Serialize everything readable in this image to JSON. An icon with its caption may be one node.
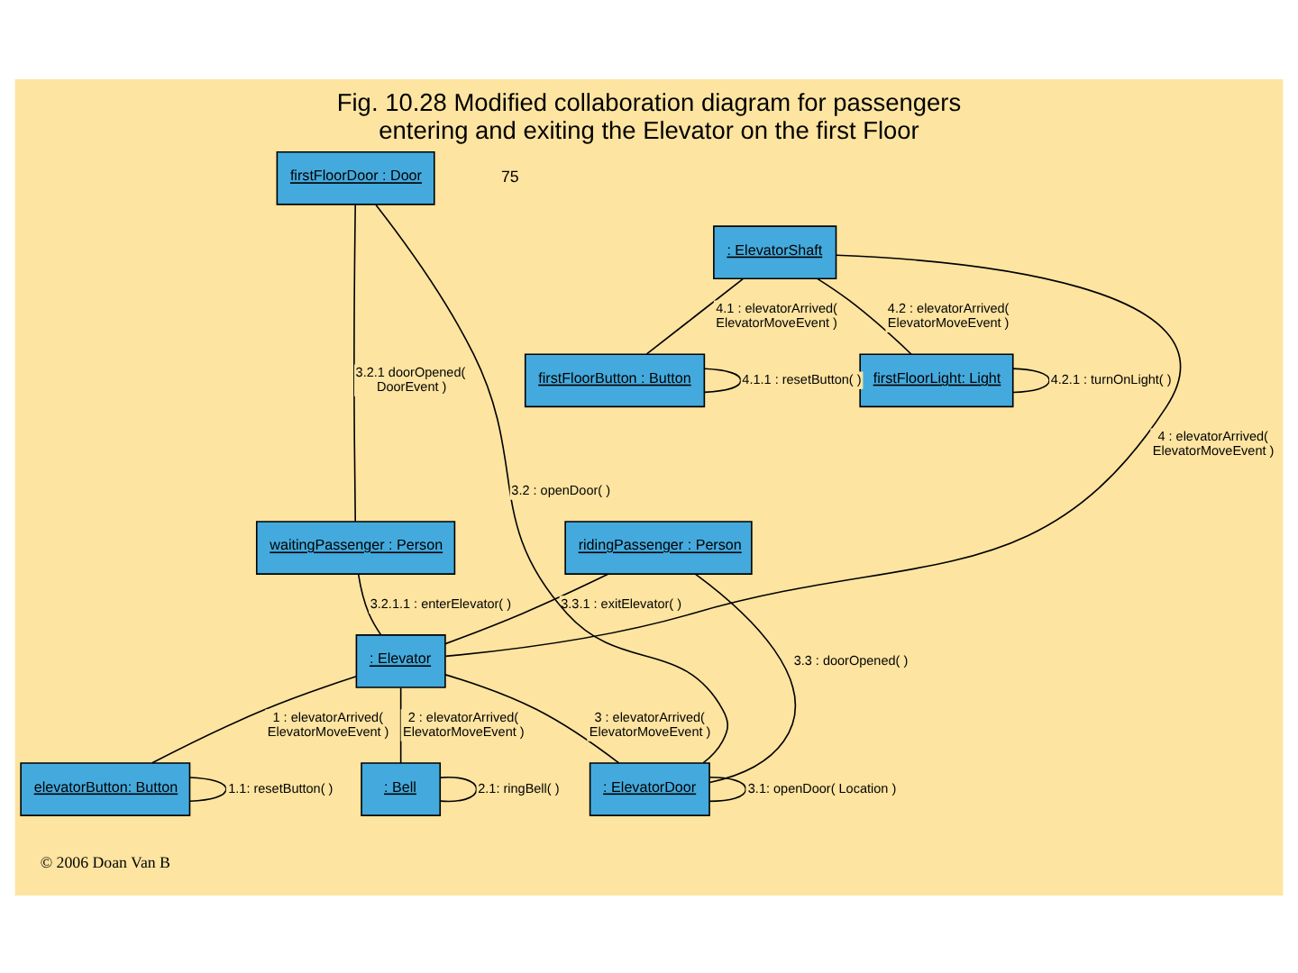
{
  "diagram": {
    "title": "Fig. 10.28 Modified collaboration diagram for passengers entering and exiting the Elevator on the first Floor",
    "nodes": [
      {
        "text": [
          "firstFloorDoor : Door"
        ]
      },
      {
        "text": [
          "firstFloorButton : Button"
        ]
      },
      {
        "text": [
          ": ElevatorShaft"
        ]
      },
      {
        "text": [
          "firstFloorLight: Light"
        ]
      },
      {
        "text": [
          "waitingPassenger : Person"
        ]
      },
      {
        "text": [
          "ridingPassenger : Person"
        ]
      },
      {
        "text": [
          ": Elevator"
        ]
      },
      {
        "text": [
          ": ElevatorDoor"
        ]
      },
      {
        "text": [
          "elevatorButton: Button"
        ]
      },
      {
        "text": [
          ": Bell"
        ]
      }
    ],
    "edges": [
      {
        "from": 0,
        "to": 4,
        "arrow": "none",
        "label": "3.2.1 doorOpened( DoorEvent )"
      },
      {
        "from": 7,
        "to": 0,
        "arrow": "none",
        "label": "3.2 : openDoor( )"
      },
      {
        "from": 1,
        "to": 1,
        "arrow": "none",
        "label": "4.1.1 : resetButton( )"
      },
      {
        "from": 2,
        "to": 1,
        "arrow": "none",
        "label": "4.1 : elevatorArrived( ElevatorMoveEvent )"
      },
      {
        "from": 2,
        "to": 3,
        "arrow": "none",
        "label": "4.2 : elevatorArrived( ElevatorMoveEvent )"
      },
      {
        "from": 3,
        "to": 3,
        "arrow": "none",
        "label": "4.2.1 : turnOnLight( )"
      },
      {
        "from": 6,
        "to": 2,
        "arrow": "none",
        "label": "4 : elevatorArrived( ElevatorMoveEvent )"
      },
      {
        "from": 4,
        "to": 6,
        "arrow": "none",
        "label": "3.2.1.1 : enterElevator( )"
      },
      {
        "from": 5,
        "to": 6,
        "arrow": "none",
        "label": "3.3.1 : exitElevator( )"
      },
      {
        "from": 7,
        "to": 5,
        "arrow": "none",
        "label": "3.3 : doorOpened( )"
      },
      {
        "from": 6,
        "to": 8,
        "arrow": "none",
        "label": "1 : elevatorArrived( ElevatorMoveEvent )"
      },
      {
        "from": 6,
        "to": 9,
        "arrow": "none",
        "label": "2 : elevatorArrived( ElevatorMoveEvent )"
      },
      {
        "from": 6,
        "to": 7,
        "arrow": "none",
        "label": "3 : elevatorArrived( ElevatorMoveEvent )"
      },
      {
        "from": 7,
        "to": 7,
        "arrow": "none",
        "label": "3.1: openDoor( Location )"
      },
      {
        "from": 8,
        "to": 8,
        "arrow": "none",
        "label": "1.1: resetButton( )"
      },
      {
        "from": 9,
        "to": 9,
        "arrow": "none",
        "label": "2.1: ringBell( )"
      }
    ],
    "labels": [
      "75",
      "© 2006 Doan Van B"
    ]
  }
}
